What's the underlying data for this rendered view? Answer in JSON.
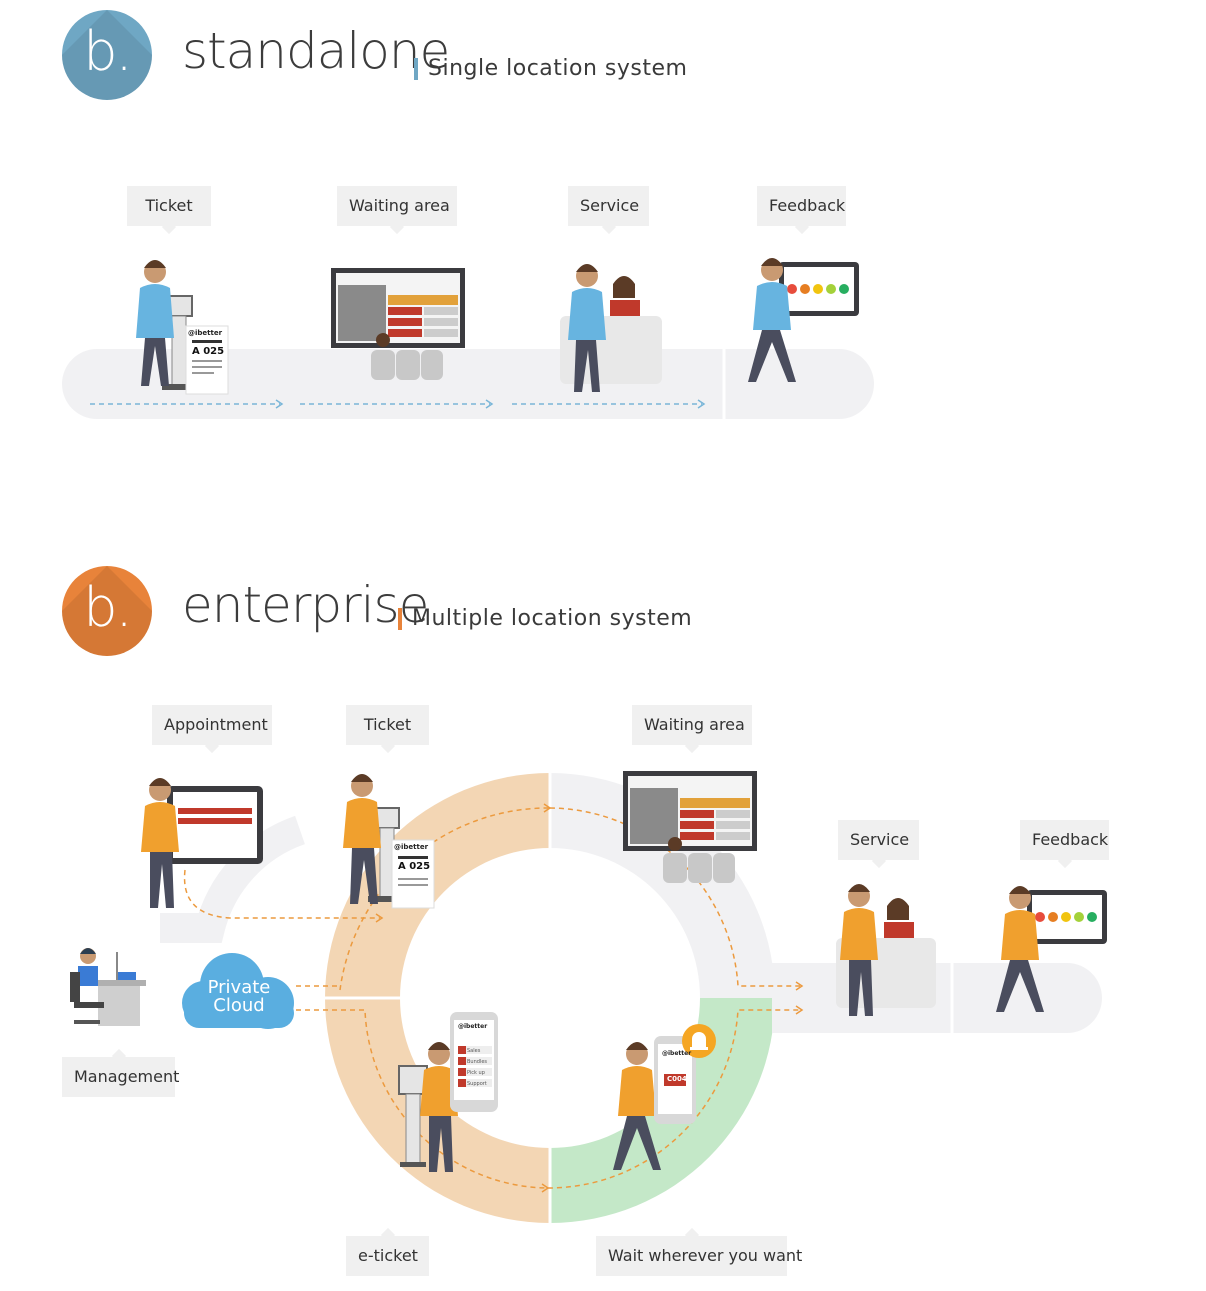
{
  "standalone": {
    "logo_glyph": "b.",
    "brand": "standalone",
    "subtitle": "Single location system",
    "accent": "#6fa7c4",
    "steps": [
      "Ticket",
      "Waiting area",
      "Service",
      "Feedback"
    ]
  },
  "enterprise": {
    "logo_glyph": "b.",
    "brand": "enterprise",
    "subtitle": "Multiple location system",
    "accent": "#e8833a",
    "labels": {
      "appointment": "Appointment",
      "ticket": "Ticket",
      "waiting_area": "Waiting area",
      "service": "Service",
      "feedback": "Feedback",
      "management": "Management",
      "e_ticket": "e-ticket",
      "wait_anywhere": "Wait wherever you want"
    },
    "cloud": {
      "line1": "Private",
      "line2": "Cloud"
    }
  },
  "ticket_sample": {
    "brand": "@ibetter",
    "number": "A 025",
    "mobile_number": "C004"
  },
  "mobile_menu": [
    "Sales",
    "Bundles",
    "Pick up",
    "Support"
  ],
  "icons": [
    "kiosk-icon",
    "display-screen-icon",
    "service-desk-icon",
    "feedback-tablet-icon",
    "cloud-icon",
    "bell-icon",
    "phone-icon",
    "desk-computer-icon"
  ]
}
